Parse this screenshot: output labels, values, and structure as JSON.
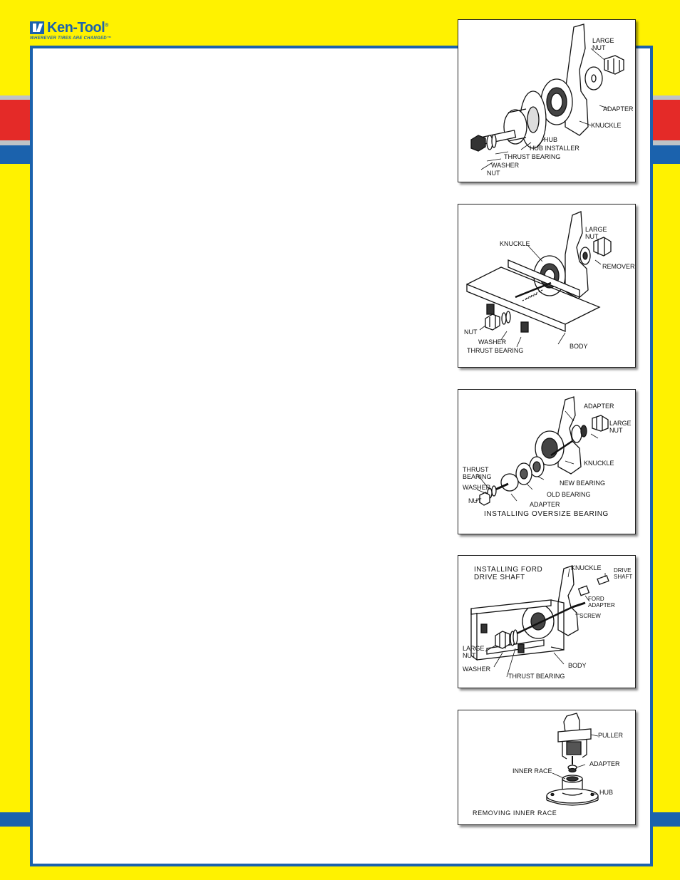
{
  "brand": {
    "name": "Ken-Tool",
    "registered": "®",
    "tagline": "WHEREVER TIRES ARE CHANGED™",
    "colors": {
      "yellow": "#fff200",
      "blue": "#1b62ad",
      "red": "#e42a28",
      "grey": "#bfc3c6"
    }
  },
  "figures": [
    {
      "id": "fig1",
      "caption": "",
      "labels": {
        "large_nut": "LARGE\nNUT",
        "adapter": "ADAPTER",
        "knuckle": "KNUCKLE",
        "hub": "HUB",
        "hub_installer": "HUB INSTALLER",
        "thrust_bearing": "THRUST BEARING",
        "washer": "WASHER",
        "nut": "NUT"
      }
    },
    {
      "id": "fig2",
      "caption": "",
      "labels": {
        "knuckle": "KNUCKLE",
        "large_nut": "LARGE\nNUT",
        "remover": "REMOVER",
        "nut": "NUT",
        "washer": "WASHER",
        "thrust_bearing": "THRUST BEARING",
        "body": "BODY"
      }
    },
    {
      "id": "fig3",
      "caption": "INSTALLING OVERSIZE BEARING",
      "labels": {
        "adapter_top": "ADAPTER",
        "large_nut": "LARGE\nNUT",
        "knuckle": "KNUCKLE",
        "new_bearing": "NEW BEARING",
        "old_bearing": "OLD BEARING",
        "thrust_bearing": "THRUST\nBEARING",
        "washer": "WASHER",
        "nut": "NUT",
        "adapter_bottom": "ADAPTER"
      }
    },
    {
      "id": "fig4",
      "caption": "INSTALLING FORD\nDRIVE SHAFT",
      "labels": {
        "knuckle": "KNUCKLE",
        "drive_shaft": "DRIVE\nSHAFT",
        "ford_adapter": "FORD\nADAPTER",
        "screw": "SCREW",
        "large_nut": "LARGE\nNUT",
        "washer": "WASHER",
        "body": "BODY",
        "thrust_bearing": "THRUST BEARING"
      }
    },
    {
      "id": "fig5",
      "caption": "REMOVING INNER RACE",
      "labels": {
        "puller": "PULLER",
        "adapter": "ADAPTER",
        "inner_race": "INNER RACE",
        "hub": "HUB"
      }
    }
  ]
}
